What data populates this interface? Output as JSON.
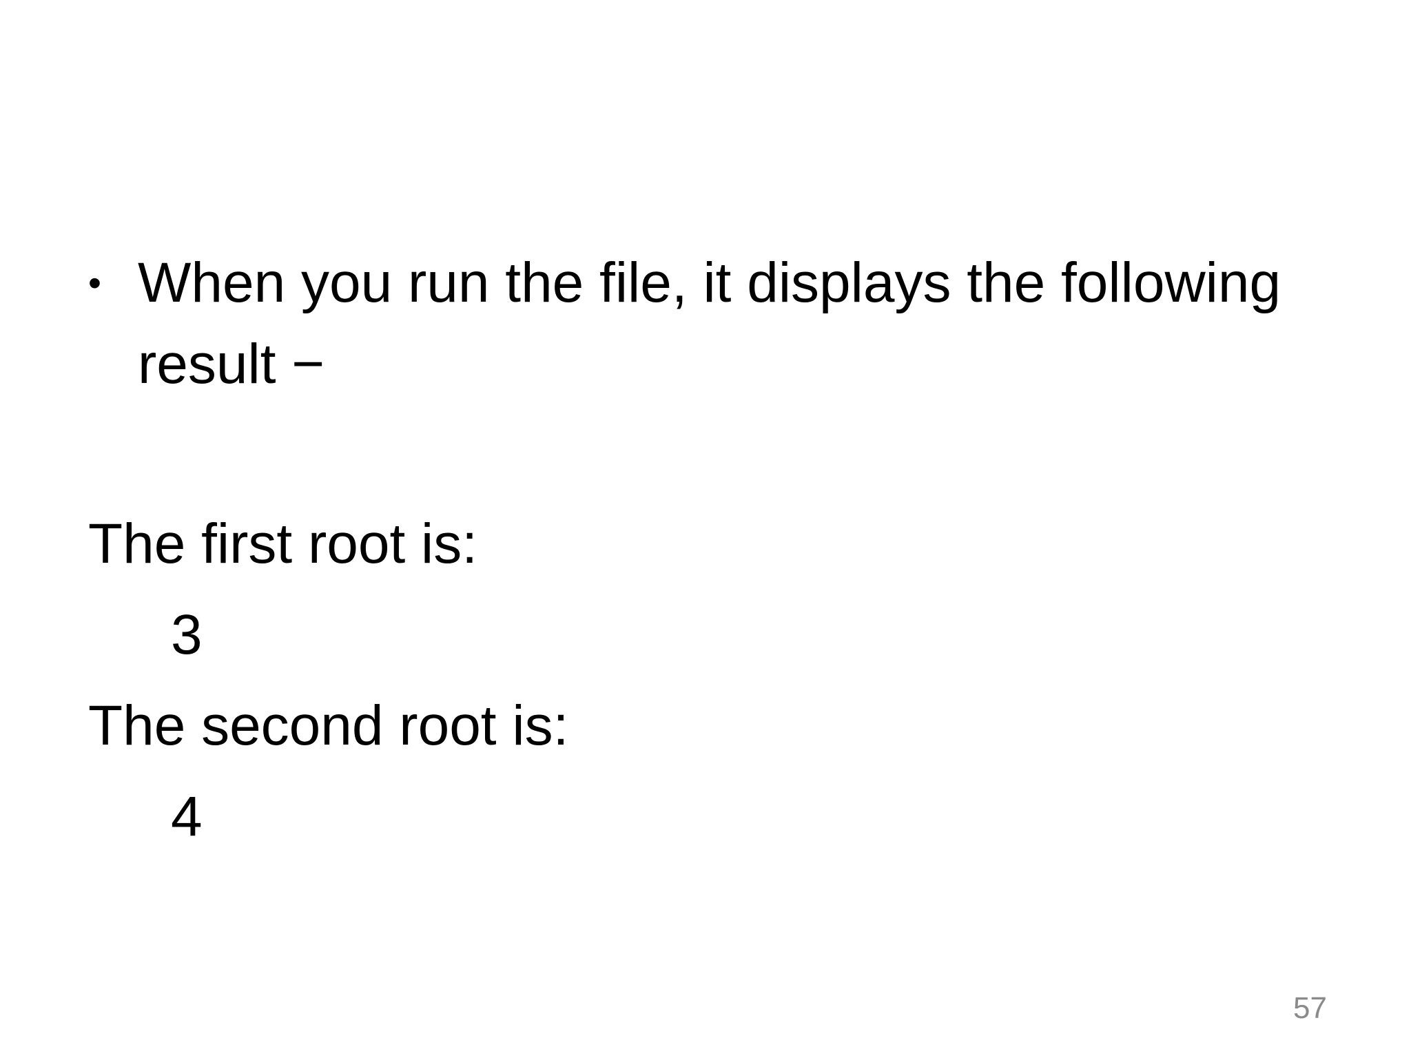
{
  "slide": {
    "bullet": {
      "marker": "•",
      "text": "When you run the file, it displays the following result −"
    },
    "output_lines": [
      {
        "text": "The first root is:"
      },
      {
        "text": "3"
      },
      {
        "text": "The second root is:"
      },
      {
        "text": "4"
      }
    ],
    "page_number": "57",
    "colors": {
      "background": "#ffffff",
      "text": "#000000",
      "page_number": "#8a8a8a"
    }
  }
}
